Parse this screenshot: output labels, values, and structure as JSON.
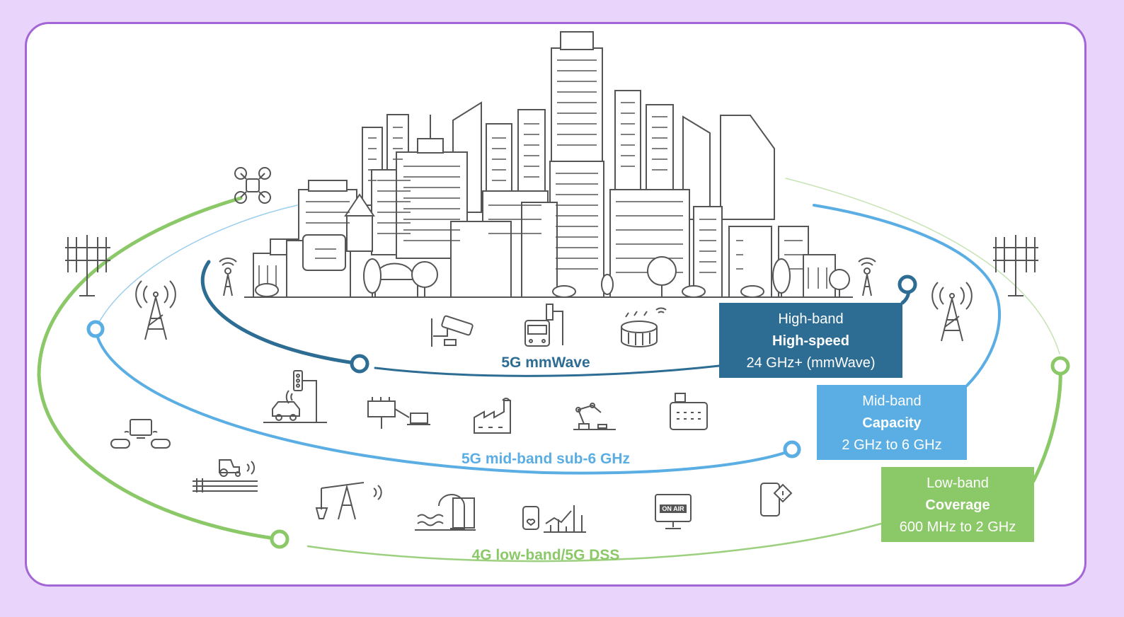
{
  "colors": {
    "background": "#e9d5fb",
    "frame": "#a466d6",
    "high_band": "#2d6c93",
    "mid_band": "#5aaee3",
    "low_band": "#8bc867",
    "line_art": "#555555"
  },
  "rings": {
    "high": {
      "label": "5G mmWave"
    },
    "mid": {
      "label": "5G mid-band sub-6 GHz"
    },
    "low": {
      "label": "4G low-band/5G DSS"
    }
  },
  "boxes": {
    "high": {
      "line1": "High-band",
      "line2": "High-speed",
      "line3": "24 GHz+ (mmWave)"
    },
    "mid": {
      "line1": "Mid-band",
      "line2": "Capacity",
      "line3": "2 GHz to 6 GHz"
    },
    "low": {
      "line1": "Low-band",
      "line2": "Coverage",
      "line3": "600 MHz to 2 GHz"
    }
  },
  "icons": {
    "city": "city-skyline-icon",
    "drone": "drone-icon",
    "towers": [
      "antenna-array-icon",
      "cell-tower-icon",
      "small-cell-icon"
    ],
    "high_band_uses": [
      "security-camera-icon",
      "smart-bus-icon",
      "connected-stadium-icon"
    ],
    "mid_band_uses": [
      "connected-car-icon",
      "smart-billboard-icon",
      "smart-factory-icon",
      "robot-arm-icon",
      "point-of-sale-icon",
      "gaming-console-icon"
    ],
    "low_band_uses": [
      "smart-tractor-icon",
      "oil-pump-icon",
      "water-sensor-icon",
      "health-monitor-icon",
      "emergency-broadcast-icon",
      "mobile-alert-icon"
    ],
    "on_air_text": "ON AIR"
  }
}
